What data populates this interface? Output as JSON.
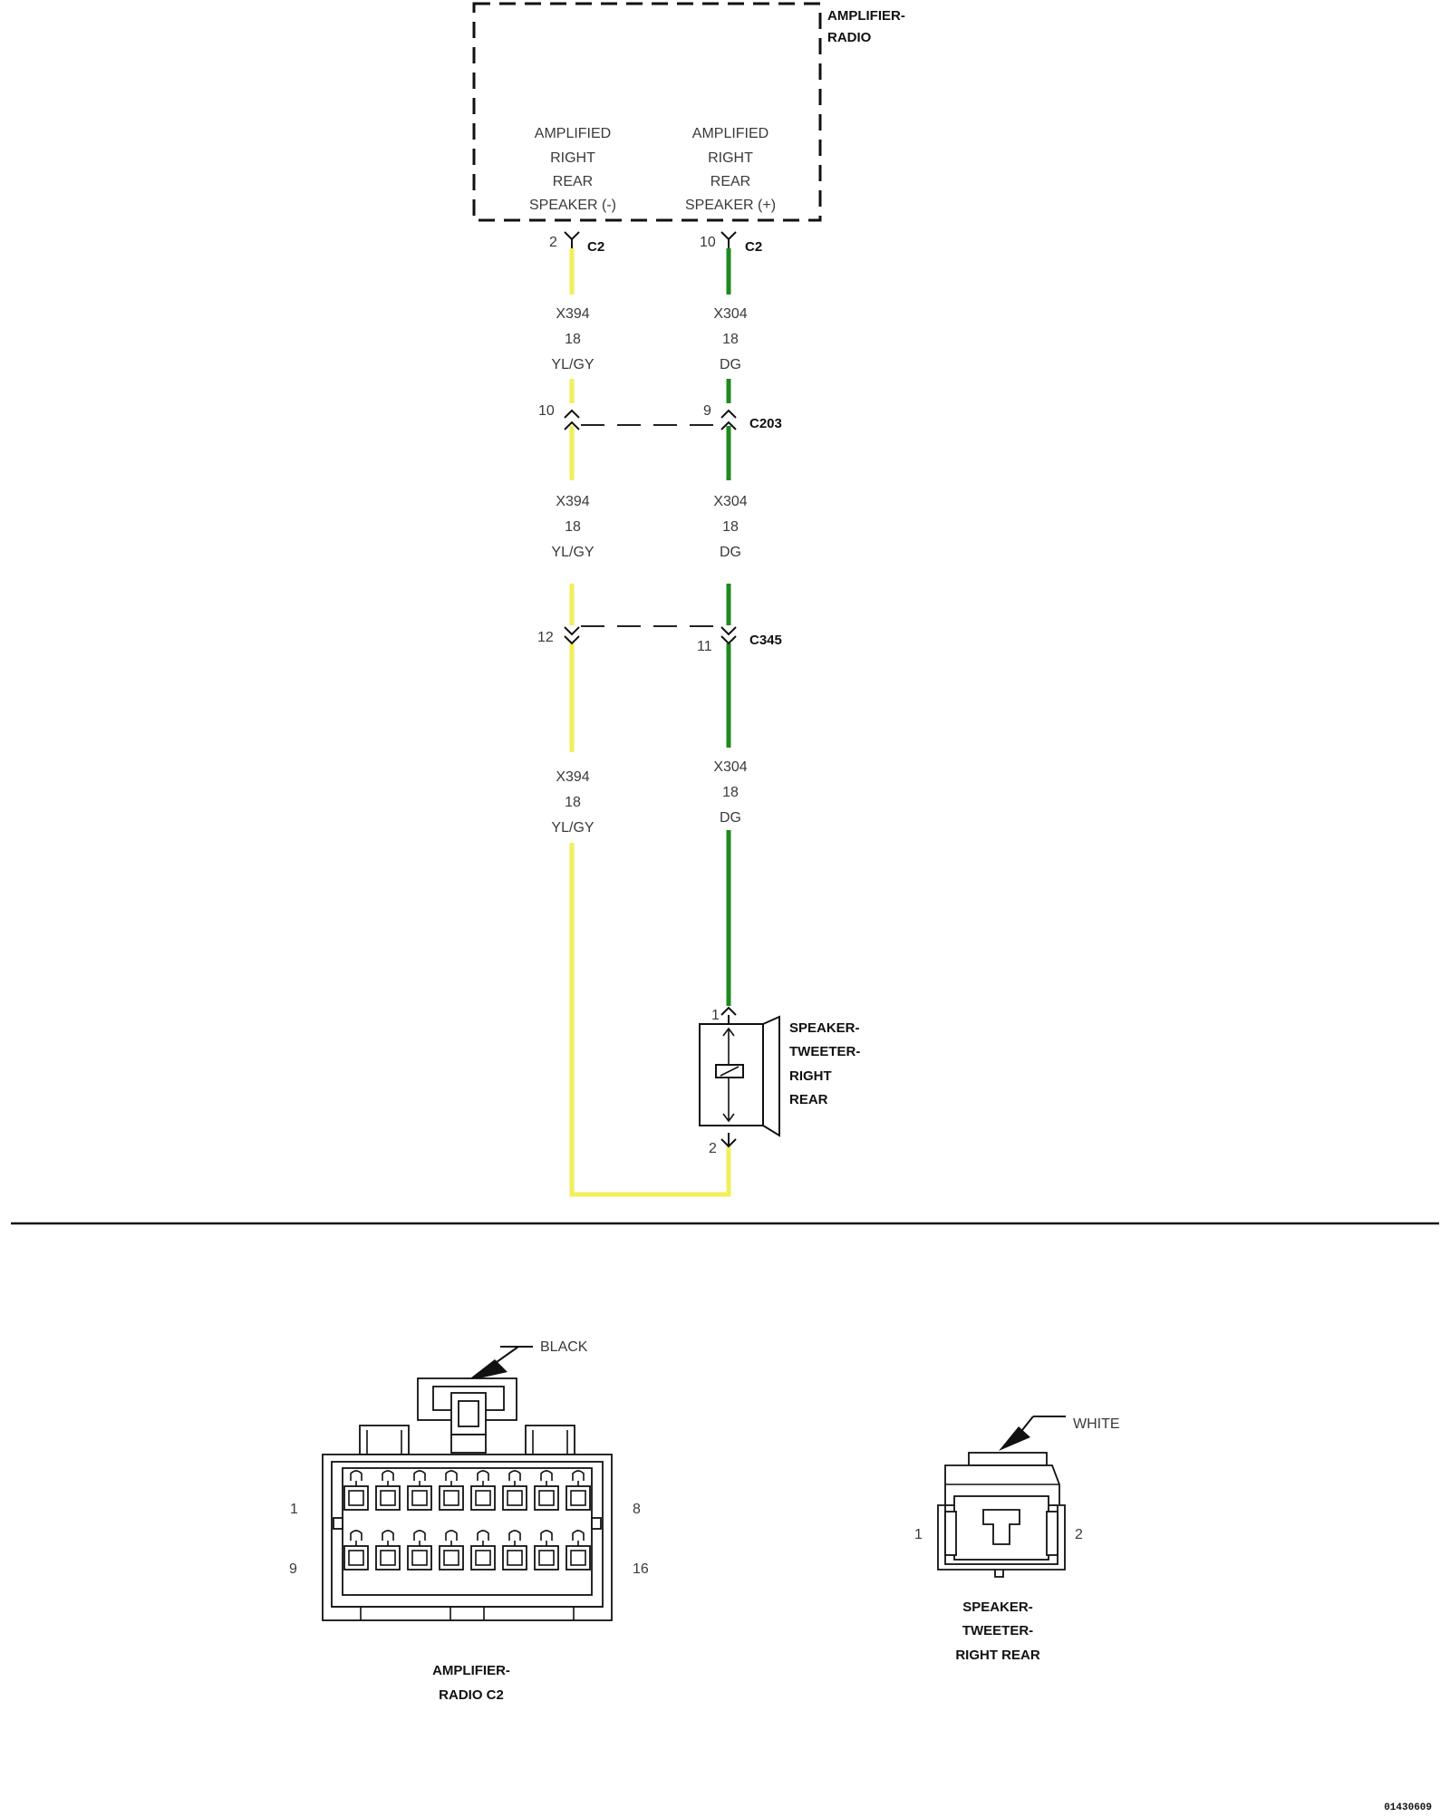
{
  "amplifier": {
    "title_line1": "AMPLIFIER-",
    "title_line2": "RADIO",
    "pin_neg": [
      "AMPLIFIED",
      "RIGHT",
      "REAR",
      "SPEAKER (-)"
    ],
    "pin_pos": [
      "AMPLIFIED",
      "RIGHT",
      "REAR",
      "SPEAKER (+)"
    ],
    "connector": "C2",
    "pin_neg_num": "2",
    "pin_pos_num": "10"
  },
  "wire_neg": {
    "circuit": "X394",
    "gauge": "18",
    "color_code": "YL/GY",
    "color": "#f2ee5a"
  },
  "wire_pos": {
    "circuit": "X304",
    "gauge": "18",
    "color_code": "DG",
    "color": "#1e8a1e"
  },
  "c203": {
    "name": "C203",
    "pin_neg": "10",
    "pin_pos": "9"
  },
  "c345": {
    "name": "C345",
    "pin_neg": "12",
    "pin_pos": "11"
  },
  "speaker": {
    "lines": [
      "SPEAKER-",
      "TWEETER-",
      "RIGHT",
      "REAR"
    ],
    "pin1": "1",
    "pin2": "2"
  },
  "connector_amp": {
    "color": "BLACK",
    "label_line1": "AMPLIFIER-",
    "label_line2": "RADIO C2",
    "pin_top_left": "1",
    "pin_top_right": "8",
    "pin_bottom_left": "9",
    "pin_bottom_right": "16"
  },
  "connector_spk": {
    "color": "WHITE",
    "label_lines": [
      "SPEAKER-",
      "TWEETER-",
      "RIGHT REAR"
    ],
    "pin_left": "1",
    "pin_right": "2"
  },
  "figure_id": "01430609"
}
